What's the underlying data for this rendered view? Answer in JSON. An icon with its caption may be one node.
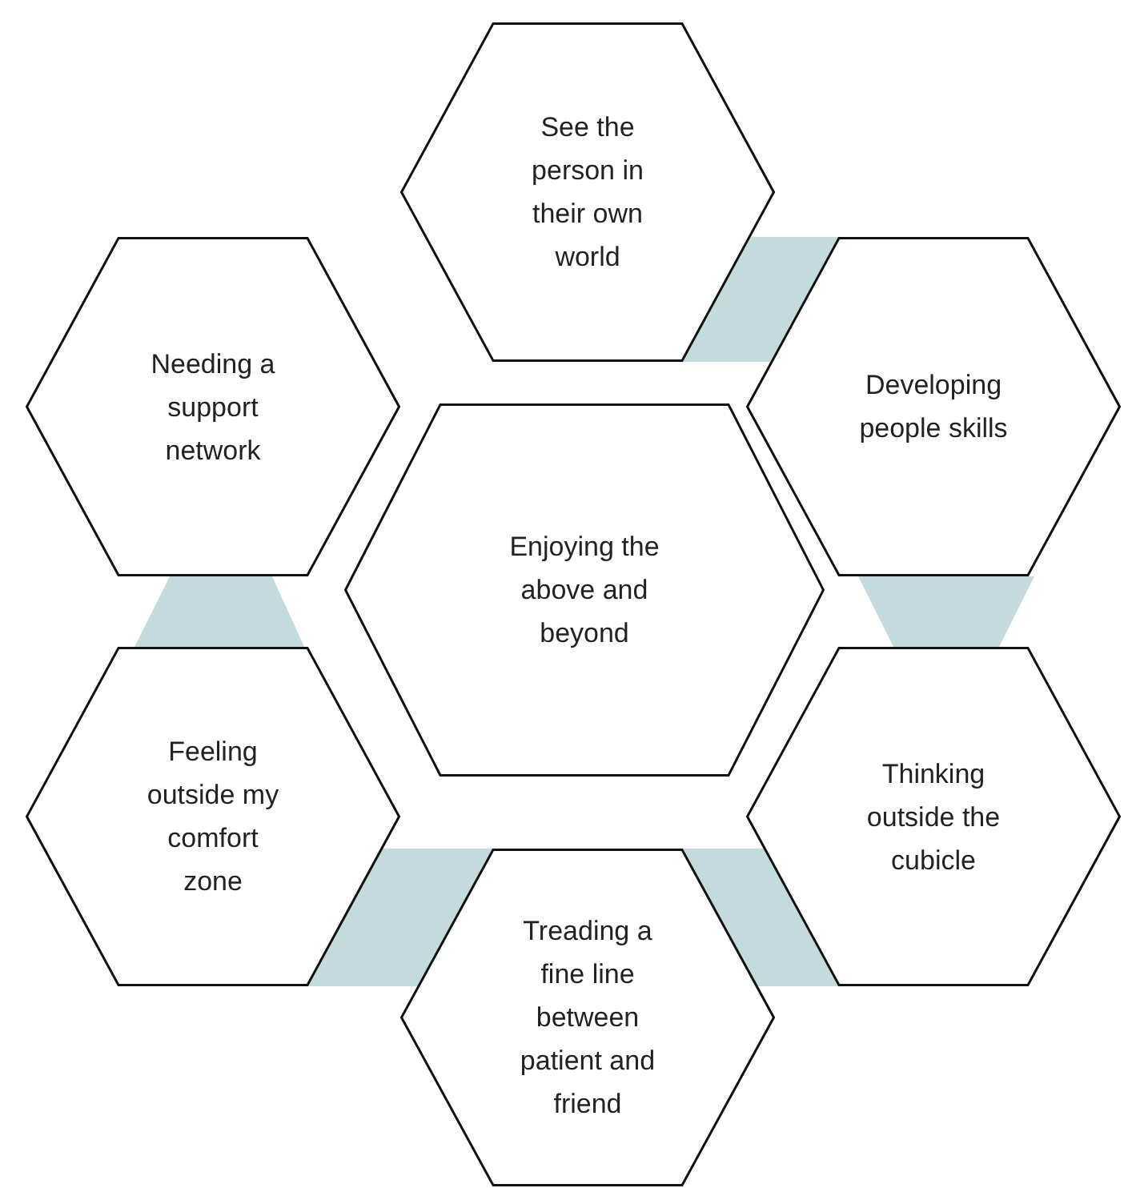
{
  "diagram": {
    "nodes": [
      {
        "text": [
          "See the person in their own world"
        ]
      },
      {
        "text": [
          "Needing a support network"
        ]
      },
      {
        "text": [
          "Developing people skills"
        ]
      },
      {
        "text": [
          "Enjoying the above and beyond"
        ]
      },
      {
        "text": [
          "Feeling outside my comfort zone"
        ]
      },
      {
        "text": [
          "Thinking outside the cubicle"
        ]
      },
      {
        "text": [
          "Treading a fine line between patient and friend"
        ]
      }
    ],
    "edges": [
      {
        "from": 0,
        "to": 2,
        "arrow": "none",
        "style": "thick"
      },
      {
        "from": 2,
        "to": 5,
        "arrow": "none",
        "style": "thick"
      },
      {
        "from": 5,
        "to": 6,
        "arrow": "none",
        "style": "thick"
      },
      {
        "from": 6,
        "to": 4,
        "arrow": "none",
        "style": "thick"
      },
      {
        "from": 4,
        "to": 1,
        "arrow": "none",
        "style": "thick"
      }
    ]
  }
}
